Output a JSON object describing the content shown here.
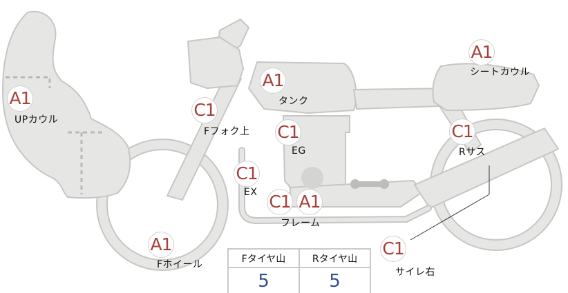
{
  "parts": [
    {
      "id": "up-cowl",
      "label": "UPカウル",
      "grade": "A1"
    },
    {
      "id": "f-fork",
      "label": "Fフォク上",
      "grade": "C1"
    },
    {
      "id": "tank",
      "label": "タンク",
      "grade": "A1"
    },
    {
      "id": "eg",
      "label": "EG",
      "grade": "C1"
    },
    {
      "id": "ex",
      "label": "EX",
      "grade": "C1"
    },
    {
      "id": "frame",
      "label": "フレーム",
      "grades": [
        "C1",
        "A1"
      ]
    },
    {
      "id": "seat-cowl",
      "label": "シートカウル",
      "grade": "A1"
    },
    {
      "id": "r-sus",
      "label": "Rサス",
      "grade": "C1"
    },
    {
      "id": "f-wheel",
      "label": "Fホイール",
      "grade": "A1"
    },
    {
      "id": "silencer-r",
      "label": "サイレ右",
      "grade": "C1"
    }
  ],
  "tread_table": {
    "headers": [
      "Fタイヤ山",
      "Rタイヤ山"
    ],
    "values": [
      "5",
      "5"
    ]
  },
  "colors": {
    "grade_text": "#a8403a",
    "value_text": "#2f4f8f",
    "part_fill": "#e6e6e4",
    "part_stroke": "#c6c6c4"
  }
}
